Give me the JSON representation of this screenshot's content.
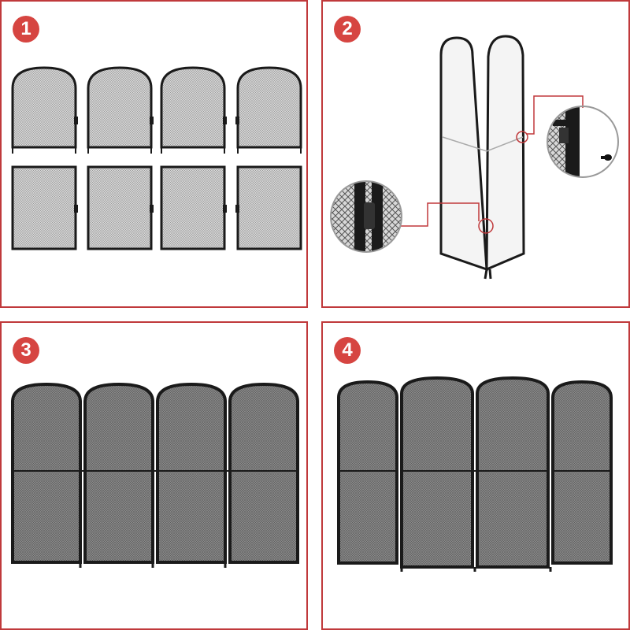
{
  "steps": [
    {
      "number": "1",
      "badge_color": "#d64541"
    },
    {
      "number": "2",
      "badge_color": "#d64541"
    },
    {
      "number": "3",
      "badge_color": "#d64541"
    },
    {
      "number": "4",
      "badge_color": "#d64541"
    }
  ],
  "colors": {
    "frame_border": "#c0393b",
    "screen_frame": "#1a1a1a",
    "mesh_light": "#d0d0d0",
    "mesh_dark": "#8a8a8a",
    "callout_line": "#c0393b"
  },
  "icons": [
    "screen-top-panel-icon",
    "screen-bottom-panel-icon",
    "hinge-detail-icon",
    "screw-icon"
  ]
}
